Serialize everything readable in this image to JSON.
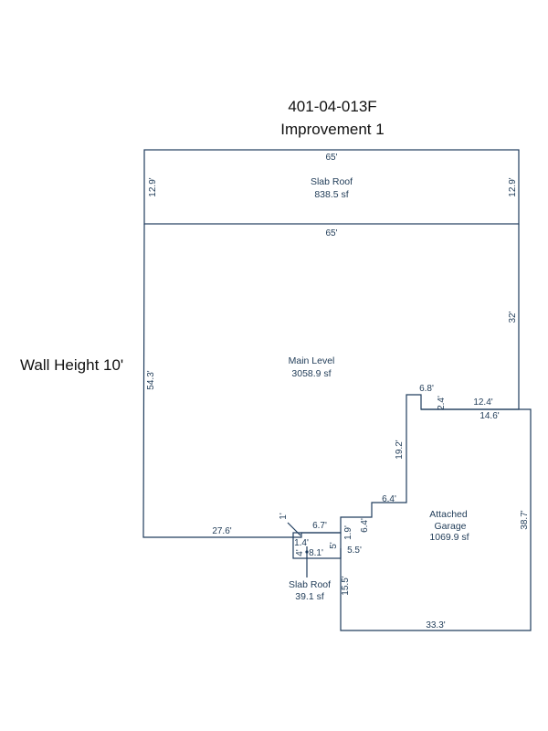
{
  "title": "401-04-013F",
  "subtitle": "Improvement 1",
  "wall_height": "Wall Height 10'",
  "areas": {
    "slab_roof_top": {
      "name": "Slab Roof",
      "area": "838.5 sf"
    },
    "main_level": {
      "name": "Main Level",
      "area": "3058.9 sf"
    },
    "garage_1": "Attached",
    "garage_2": "Garage",
    "garage_area": "1069.9 sf",
    "slab_roof_small": {
      "name": "Slab Roof",
      "area": "39.1 sf"
    }
  },
  "dimensions": {
    "top_65": "65'",
    "mid_65": "65'",
    "left_12_9": "12.9'",
    "right_12_9": "12.9'",
    "right_32": "32'",
    "left_54_3": "54.3'",
    "bottom_27_6": "27.6'",
    "d_1": "1'",
    "d_6_7": "6.7'",
    "d_1_9": "1.9'",
    "d_6_4_v": "6.4'",
    "d_6_4_h": "6.4'",
    "d_19_2": "19.2'",
    "d_6_8": "6.8'",
    "d_2_4": "2.4'",
    "d_12_4": "12.4'",
    "d_14_6": "14.6'",
    "d_38_7": "38.7'",
    "d_5_5": "5.5'",
    "d_5": "5'",
    "d_1_4": "1.4'",
    "d_4": "4'",
    "d_8_1": "8.1'",
    "d_15_5": "15.5'",
    "d_33_3": "33.3'"
  }
}
